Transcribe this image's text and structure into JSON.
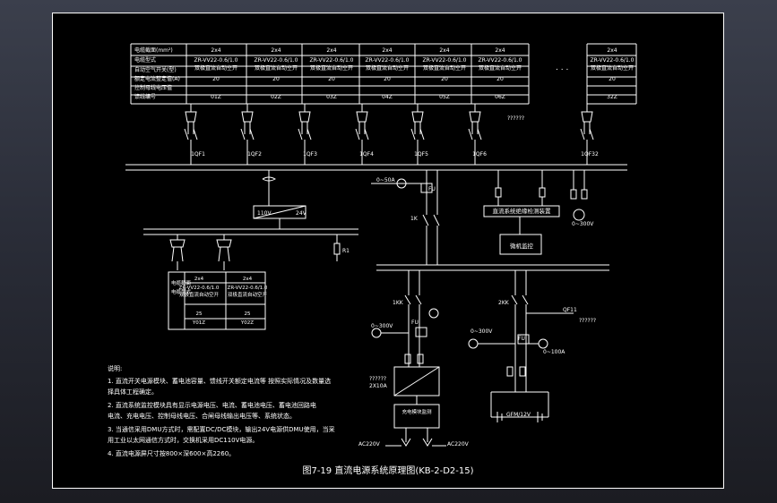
{
  "colors": {
    "background": "#000000",
    "line": "#ffffff",
    "desktop": "#2a2d38"
  },
  "table_header": {
    "rows": [
      "电缆截面(mm²)",
      "电缆型式",
      "自动空气开关(型)",
      "额定电流整定值(A)",
      "控制母线电压值",
      "馈线编号"
    ]
  },
  "feeders": [
    {
      "section": "2x4",
      "cable": "ZR-VV22-0.6/1.0",
      "breaker": "双极直流自动空开",
      "rating": "20",
      "bus_no": "01Z",
      "label": "1QF1"
    },
    {
      "section": "2x4",
      "cable": "ZR-VV22-0.6/1.0",
      "breaker": "双极直流自动空开",
      "rating": "20",
      "bus_no": "02Z",
      "label": "1QF2"
    },
    {
      "section": "2x4",
      "cable": "ZR-VV22-0.6/1.0",
      "breaker": "双极直流自动空开",
      "rating": "20",
      "bus_no": "03Z",
      "label": "1QF3"
    },
    {
      "section": "2x4",
      "cable": "ZR-VV22-0.6/1.0",
      "breaker": "双极直流自动空开",
      "rating": "20",
      "bus_no": "04Z",
      "label": "1QF4"
    },
    {
      "section": "2x4",
      "cable": "ZR-VV22-0.6/1.0",
      "breaker": "双极直流自动空开",
      "rating": "20",
      "bus_no": "05Z",
      "label": "1QF5"
    },
    {
      "section": "2x4",
      "cable": "ZR-VV22-0.6/1.0",
      "breaker": "双极直流自动空开",
      "rating": "20",
      "bus_no": "06Z",
      "label": "1QF6"
    }
  ],
  "feeder_last": {
    "section": "2x4",
    "cable": "ZR-VV22-0.6/1.0",
    "breaker": "双极直流自动空开",
    "rating": "20",
    "bus_no": "32Z",
    "label": "1QF32"
  },
  "ellipsis": ". . .",
  "question_marks_1": "??????",
  "question_marks_2": "??????",
  "labels": {
    "converter": "110V",
    "converter_out": "24V",
    "ammeter_top": "0~50A",
    "insulation_box": "直流系统绝缘检测装置",
    "micro_monitor": "微机监控",
    "voltmeter_right": "0~300V",
    "switch_1k": "1K",
    "fu": "FU",
    "r1": "R1",
    "sw_1KK": "1KK",
    "sw_2KK": "2KK",
    "volt_left": "0~300V",
    "volt_left2": "0~300V",
    "volt_right2": "0~100A",
    "qf11": "QF11",
    "charger_label_1": "??????",
    "charger_label_2": "2X10A",
    "charger_box": "充电模块监测",
    "battery": "GFM/12V",
    "ac_left": "AC220V",
    "ac_right": "AC220V",
    "sub_sec": "2x4",
    "sub_cable": "ZR-VV22-0.6/1.0",
    "sub_breaker": "双极直流自动空开",
    "sub_rating": "25",
    "sub_no_1": "Y01Z",
    "sub_no_2": "Y02Z",
    "sub_row_1": "电缆截面",
    "sub_row_2": "电缆型式"
  },
  "notes": {
    "title": "说明:",
    "lines": [
      "1. 直流开关电源模块、蓄电池容量、馈线开关额定电流等 按照实际情况及数量选",
      "   择具体工程确定。",
      "2. 直流系统监控模块具有显示电源电压、电流、蓄电池电压、蓄电池回路电",
      "   电流、充电电压、控制母线电压、合闸母线输出电压等、系统状态。",
      "3. 当通信采用DMU方式时，需配置DC/DC模块，输出24V电源供DMU使用，当采",
      "   用工业以太网通信方式时，交换机采用DC110V电源。",
      "4. 直流电源屏尺寸按800×深600×高2260。"
    ]
  },
  "caption": "图7-19 直流电源系统原理图(KB-2-D2-15)"
}
